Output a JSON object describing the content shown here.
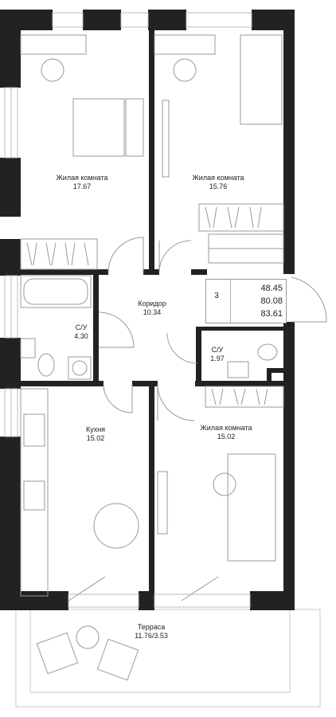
{
  "plan": {
    "summary": {
      "rooms": "3",
      "areas": [
        "48.45",
        "80.08",
        "83.61"
      ]
    },
    "rooms": [
      {
        "id": "living1",
        "name": "Жилая комната",
        "area": "17.67"
      },
      {
        "id": "living2",
        "name": "Жилая комната",
        "area": "15.76"
      },
      {
        "id": "corridor",
        "name": "Коридор",
        "area": "10.34"
      },
      {
        "id": "bath1",
        "name": "С/У",
        "area": "4.30"
      },
      {
        "id": "bath2",
        "name": "С/У",
        "area": "1.97"
      },
      {
        "id": "kitchen",
        "name": "Кухня",
        "area": "15.02"
      },
      {
        "id": "living3",
        "name": "Жилая комната",
        "area": "15.02"
      },
      {
        "id": "terrace",
        "name": "Терраса",
        "area": "11.76/3.53"
      }
    ],
    "colors": {
      "wall": "#222222",
      "furniture": "#9a9a9a",
      "line": "#bbbbbb"
    }
  }
}
